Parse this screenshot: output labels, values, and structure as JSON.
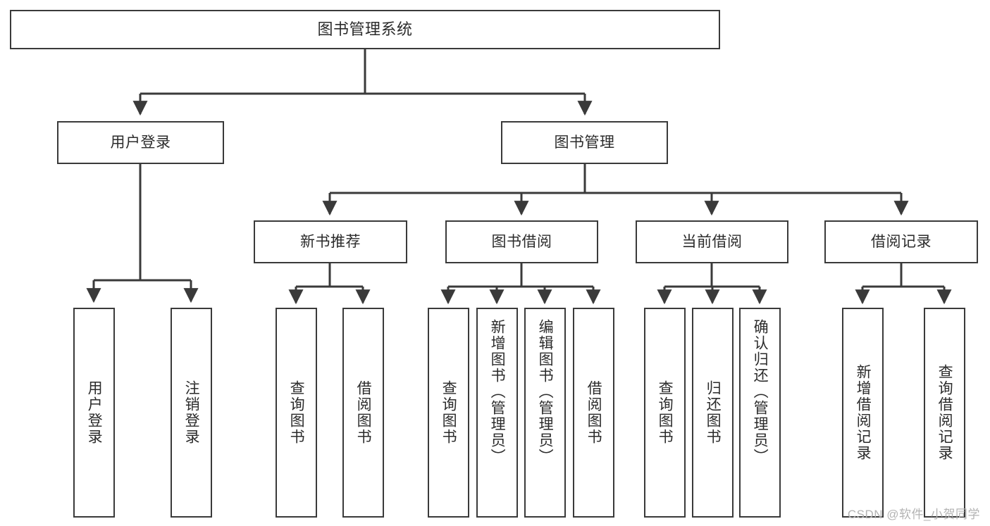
{
  "diagram": {
    "title": "图书管理系统",
    "watermark": "CSDN @软件_小贺同学",
    "style": {
      "border_color": "#3a3a3a",
      "fill_color": "#ffffff",
      "text_color": "#2b2b2b",
      "line_color": "#3a3a3a",
      "watermark_color": "#b3b3b3",
      "background": "#ffffff"
    },
    "type": "tree",
    "levels": 3,
    "root": {
      "label": "图书管理系统",
      "children": [
        {
          "label": "用户登录",
          "children": [
            {
              "label": "用户登录"
            },
            {
              "label": "注销登录"
            }
          ]
        },
        {
          "label": "图书管理",
          "children": [
            {
              "label": "新书推荐",
              "children": [
                {
                  "label": "查询图书"
                },
                {
                  "label": "借阅图书"
                }
              ]
            },
            {
              "label": "图书借阅",
              "children": [
                {
                  "label": "查询图书"
                },
                {
                  "label": "新增图书（管理员）"
                },
                {
                  "label": "编辑图书（管理员）"
                },
                {
                  "label": "借阅图书"
                }
              ]
            },
            {
              "label": "当前借阅",
              "children": [
                {
                  "label": "查询图书"
                },
                {
                  "label": "归还图书"
                },
                {
                  "label": "确认归还（管理员）"
                }
              ]
            },
            {
              "label": "借阅记录",
              "children": [
                {
                  "label": "新增借阅记录"
                },
                {
                  "label": "查询借阅记录"
                }
              ]
            }
          ]
        }
      ]
    },
    "nodes": {
      "root": "图书管理系统",
      "user_login": "用户登录",
      "book_manage": "图书管理",
      "new_book_rec": "新书推荐",
      "book_borrow": "图书借阅",
      "current_borrow": "当前借阅",
      "borrow_record": "借阅记录",
      "leaf_user_login": "用户登录",
      "leaf_logout": "注销登录",
      "leaf_query_book_1": "查询图书",
      "leaf_borrow_book_1": "借阅图书",
      "leaf_query_book_2": "查询图书",
      "leaf_add_book_admin": "新增图书（管理员）",
      "leaf_edit_book_admin": "编辑图书（管理员）",
      "leaf_borrow_book_2": "借阅图书",
      "leaf_query_book_3": "查询图书",
      "leaf_return_book": "归还图书",
      "leaf_confirm_return_admin": "确认归还（管理员）",
      "leaf_add_record": "新增借阅记录",
      "leaf_query_record": "查询借阅记录"
    }
  }
}
